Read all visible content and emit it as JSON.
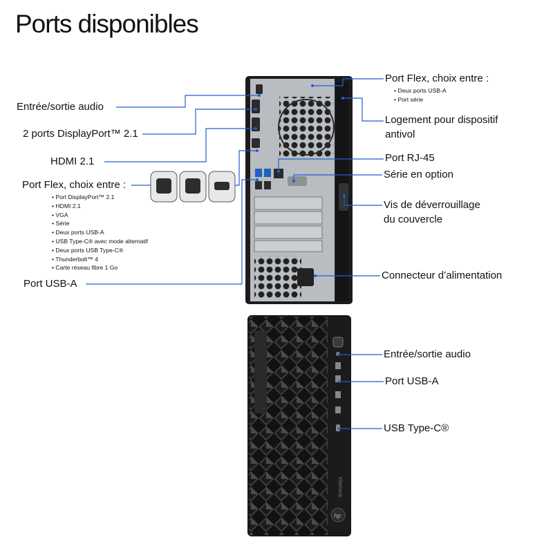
{
  "title": "Ports disponibles",
  "rear": {
    "left_labels": {
      "audio": "Entrée/sortie audio",
      "displayport": "2 ports DisplayPort™ 2.1",
      "hdmi": "HDMI 2.1",
      "flex": "Port Flex, choix entre :",
      "usb_a": "Port USB-A"
    },
    "flex_options": [
      "Port DisplayPort™ 2.1",
      "HDMI 2.1",
      "VGA",
      "Série",
      "Deux ports USB-A",
      "USB Type-C® avec mode alternatif",
      "Deux ports USB Type-C®",
      "Thunderbolt™ 4",
      "Carte réseau fibre 1 Go"
    ],
    "right_labels": {
      "flex_top": "Port Flex, choix entre :",
      "lock_line1": "Logement pour dispositif",
      "lock_line2": "antivol",
      "rj45": "Port RJ-45",
      "serial": "Série en option",
      "screw_line1": "Vis de déverrouillage",
      "screw_line2": "du couvercle",
      "power": "Connecteur d’alimentation"
    },
    "flex_top_options": [
      "Deux ports USB-A",
      "Port série"
    ]
  },
  "front": {
    "audio": "Entrée/sortie audio",
    "usb_a": "Port USB-A",
    "usb_c": "USB Type-C®",
    "brand": "EliteDesk"
  },
  "colors": {
    "leader": "#1f5fd0",
    "chassis": "#1c1c1e",
    "panel": "#b9bcc0"
  }
}
